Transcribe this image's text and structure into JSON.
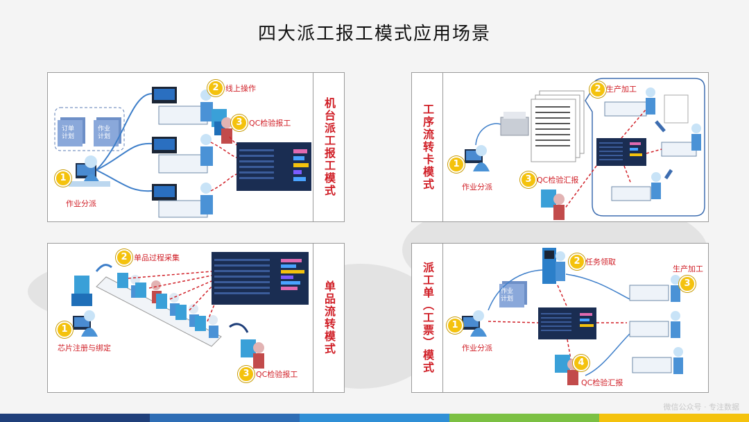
{
  "title": "四大派工报工模式应用场景",
  "panels": {
    "p1": {
      "side": "机台派工报工模式",
      "labels": {
        "dispatch": "作业分派",
        "online": "线上操作",
        "qc": "QC检验报工",
        "order": "订单计划",
        "job": "作业计划"
      },
      "nums": [
        "1",
        "2",
        "3"
      ]
    },
    "p2": {
      "side": "工序流转卡模式",
      "labels": {
        "dispatch": "作业分派",
        "production": "生产加工",
        "qc": "QC检验汇报"
      },
      "nums": [
        "1",
        "2",
        "3"
      ]
    },
    "p3": {
      "side": "单品流转模式",
      "labels": {
        "register": "芯片注册与绑定",
        "collect": "单品过程采集",
        "qc": "QC检验报工"
      },
      "nums": [
        "1",
        "2",
        "3"
      ]
    },
    "p4": {
      "side": "派工单（工票）模式",
      "labels": {
        "dispatch": "作业分派",
        "task": "任务领取",
        "production": "生产加工",
        "qc": "QC检验汇报",
        "job": "作业计划"
      },
      "nums": [
        "1",
        "2",
        "3",
        "4"
      ]
    }
  },
  "watermark": "微信公众号 · 专注数据",
  "colors": {
    "accent_red": "#d01e26",
    "badge": "#f4c20d",
    "stripe": [
      "#1f3f7a",
      "#2e6db5",
      "#2f8fd6",
      "#7bc043",
      "#f4c20d"
    ]
  }
}
